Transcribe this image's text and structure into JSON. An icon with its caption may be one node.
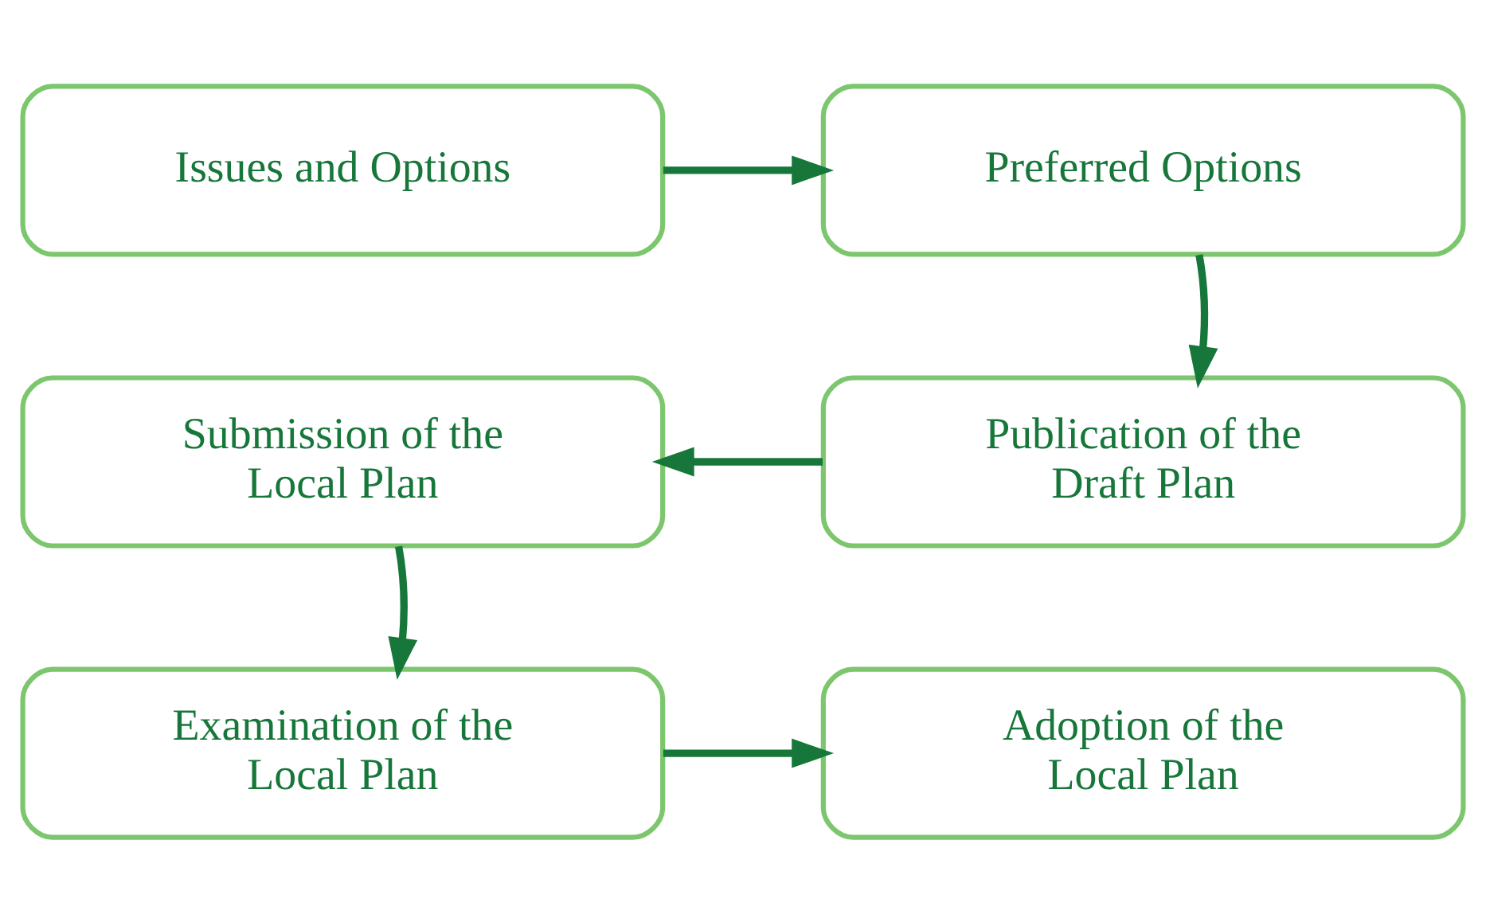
{
  "diagram": {
    "nodes": [
      {
        "text": [
          "Issues and Options"
        ]
      },
      {
        "text": [
          "Preferred Options"
        ]
      },
      {
        "text": [
          "Submission of the Local Plan"
        ]
      },
      {
        "text": [
          "Publication of the Draft Plan"
        ]
      },
      {
        "text": [
          "Examination of the Local Plan"
        ]
      },
      {
        "text": [
          "Adoption of the Local Plan"
        ]
      }
    ],
    "edges": [
      {
        "from": 0,
        "to": 1,
        "arrow": "to"
      },
      {
        "from": 1,
        "to": 3,
        "arrow": "to"
      },
      {
        "from": 3,
        "to": 2,
        "arrow": "to"
      },
      {
        "from": 2,
        "to": 4,
        "arrow": "to"
      },
      {
        "from": 4,
        "to": 5,
        "arrow": "to"
      }
    ]
  }
}
